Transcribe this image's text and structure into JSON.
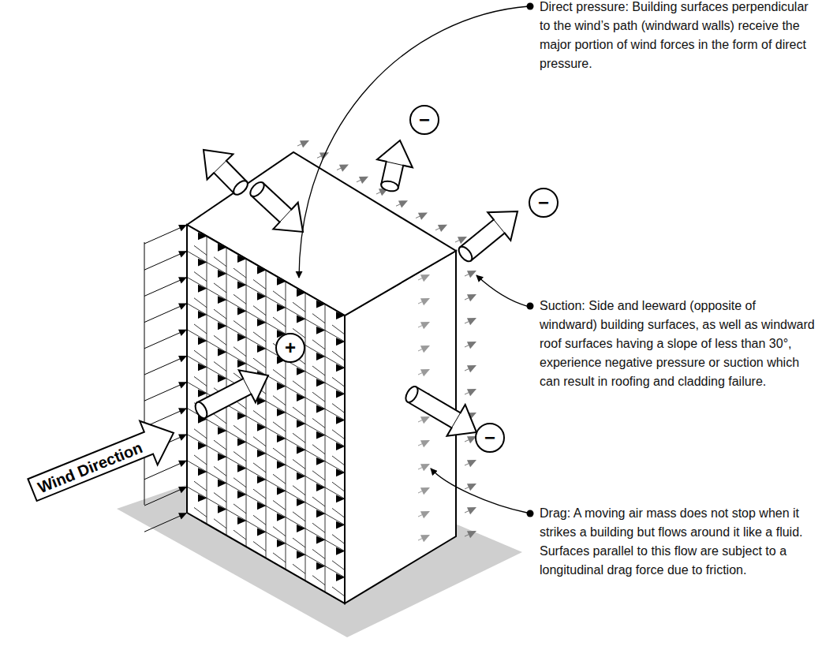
{
  "diagram": {
    "nodes": [
      {
        "text": [
          "Wind Direction"
        ]
      },
      {
        "text": [
          "+"
        ]
      },
      {
        "text": [
          "−"
        ]
      },
      {
        "text": [
          "−"
        ]
      },
      {
        "text": [
          "−"
        ]
      }
    ],
    "labels": [
      "Direct pressure: Building surfaces perpendicular to the wind’s path (windward walls) receive the major portion of wind forces in the form of direct pressure.",
      "Suction: Side and leeward (opposite of windward) building surfaces, as well as windward roof surfaces having a slope of less than 30°, experience negative pressure or suction which can result in roofing and cladding failure.",
      "Drag: A moving air mass does not stop when it strikes a building but flows around it like a fluid. Surfaces parallel to this flow are subject to a longitudinal drag force due to friction."
    ]
  }
}
